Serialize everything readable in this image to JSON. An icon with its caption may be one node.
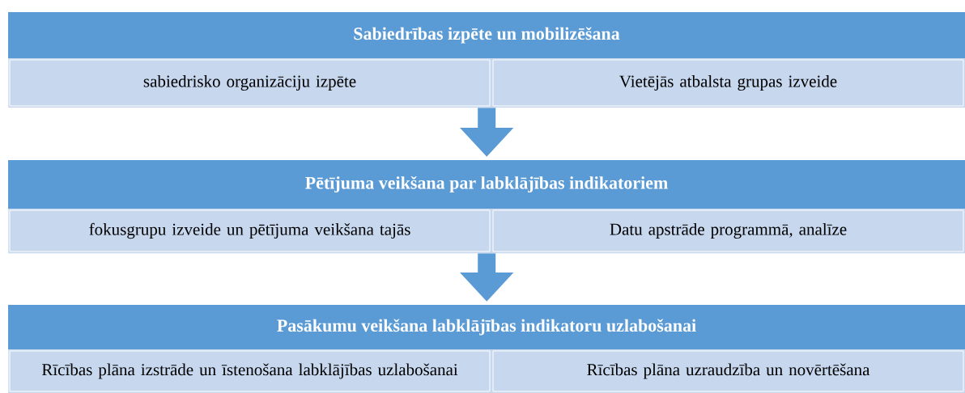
{
  "diagram": {
    "nodes": [
      {
        "text": [
          "Sabiedrības izpēte un mobilizēšana"
        ]
      },
      {
        "text": [
          "sabiedrisko organizāciju izpēte"
        ],
        "in": 0
      },
      {
        "text": [
          "Vietējās atbalsta grupas izveide"
        ],
        "in": 0
      },
      {
        "text": [
          "Pētījuma veikšana par labklājības indikatoriem"
        ]
      },
      {
        "text": [
          "fokusgrupu izveide un pētījuma veikšana tajās"
        ],
        "in": 3
      },
      {
        "text": [
          "Datu apstrāde programmā, analīze"
        ],
        "in": 3
      },
      {
        "text": [
          "Pasākumu veikšana labklājības indikatoru uzlabošanai"
        ]
      },
      {
        "text": [
          "Rīcības plāna izstrāde un īstenošana labklājības uzlabošanai"
        ],
        "in": 6
      },
      {
        "text": [
          "Rīcības plāna uzraudzība un novērtēšana"
        ],
        "in": 6
      }
    ],
    "edges": [
      {
        "from": 0,
        "to": 3,
        "arrow": "to"
      },
      {
        "from": 3,
        "to": 6,
        "arrow": "to"
      }
    ]
  }
}
